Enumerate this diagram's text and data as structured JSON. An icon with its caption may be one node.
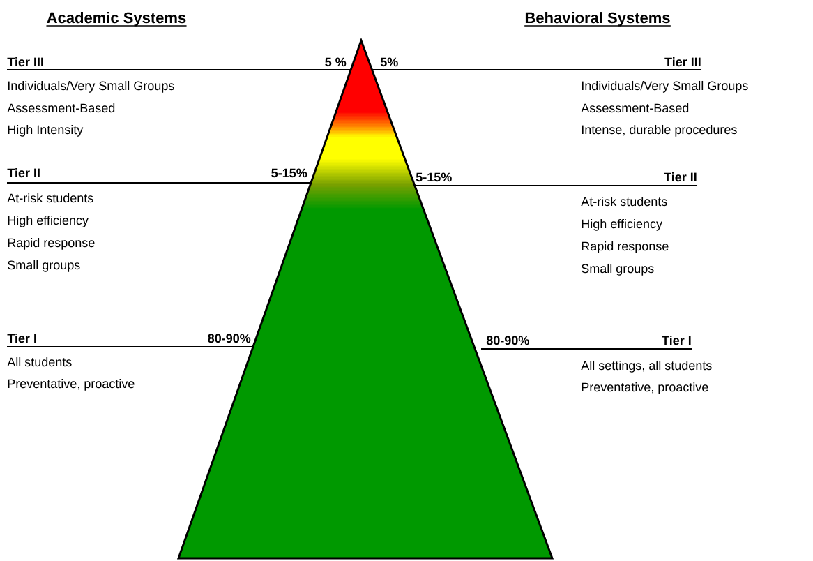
{
  "diagram": {
    "labels": [
      "Academic Systems",
      "Behavioral Systems",
      "Tier III",
      "5 %",
      "5%",
      "Tier III",
      "Individuals/Very Small Groups",
      "Individuals/Very Small Groups",
      "Assessment-Based",
      "Assessment-Based",
      "High Intensity",
      "Intense, durable procedures",
      "Tier II",
      "5-15%",
      "5-15%",
      "Tier II",
      "At-risk students",
      "At-risk students",
      "High efficiency",
      "High efficiency",
      "Rapid response",
      "Rapid response",
      "Small groups",
      "Small groups",
      "Tier I",
      "80-90%",
      "80-90%",
      "Tier I",
      "All students",
      "All settings, all students",
      "Preventative, proactive",
      "Preventative, proactive"
    ]
  }
}
